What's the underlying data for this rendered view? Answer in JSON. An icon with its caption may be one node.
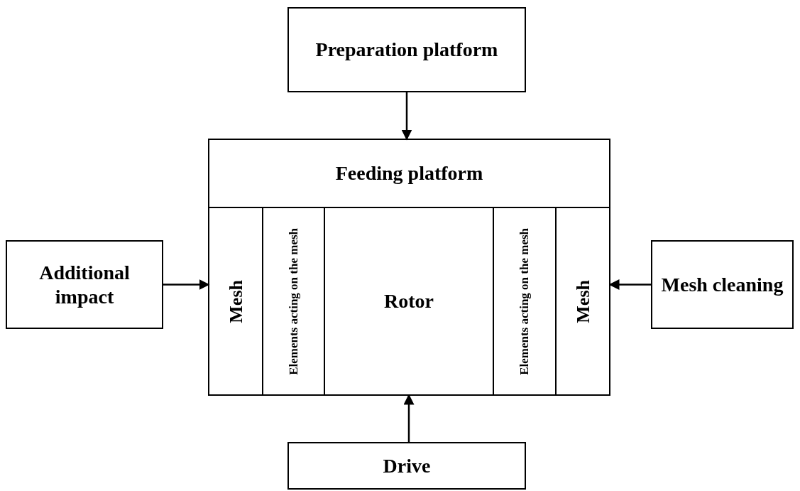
{
  "diagram": {
    "nodes": [
      {
        "text": [
          "Preparation platform"
        ]
      },
      {
        "text": [
          "Feeding platform"
        ]
      },
      {
        "text": [
          "Additional impact"
        ]
      },
      {
        "text": [
          "Mesh"
        ]
      },
      {
        "text": [
          "Elements acting on the mesh"
        ]
      },
      {
        "text": [
          "Rotor"
        ]
      },
      {
        "text": [
          "Elements acting on the mesh"
        ]
      },
      {
        "text": [
          "Mesh"
        ]
      },
      {
        "text": [
          "Mesh cleaning"
        ]
      },
      {
        "text": [
          "Drive"
        ]
      }
    ],
    "edges": [
      {
        "from": 0,
        "to": 1,
        "arrow": "to"
      },
      {
        "from": 2,
        "to": 3,
        "arrow": "to"
      },
      {
        "from": 8,
        "to": 7,
        "arrow": "to"
      },
      {
        "from": 9,
        "to": 5,
        "arrow": "to"
      }
    ]
  }
}
